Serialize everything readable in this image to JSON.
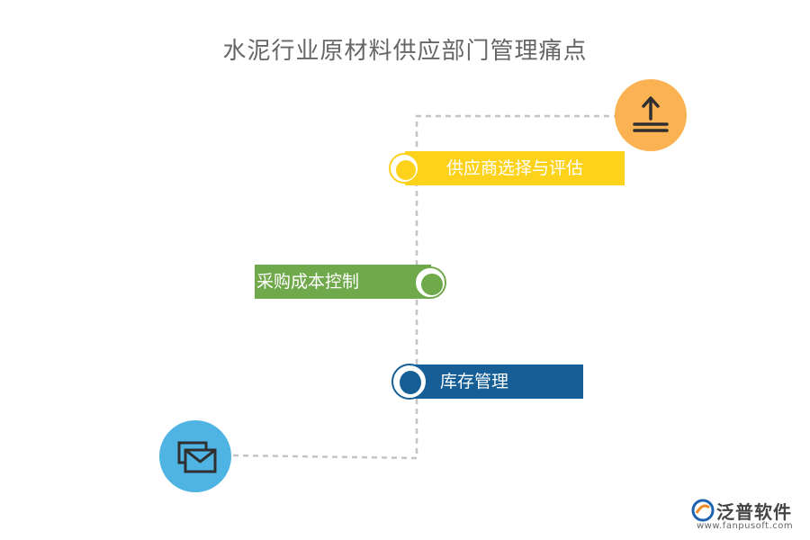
{
  "title": "水泥行业原材料供应部门管理痛点",
  "items": [
    {
      "label": "供应商选择与评估",
      "color": "#FCD21A"
    },
    {
      "label": "采购成本控制",
      "color": "#70A84C"
    },
    {
      "label": "库存管理",
      "color": "#155E96"
    }
  ],
  "icons": {
    "top": {
      "name": "upload-icon",
      "color": "#FBB252"
    },
    "bottom": {
      "name": "mail-icon",
      "color": "#4FB3E4"
    }
  },
  "logo": {
    "name": "泛普软件",
    "url": "www.fanpusoft.com"
  }
}
